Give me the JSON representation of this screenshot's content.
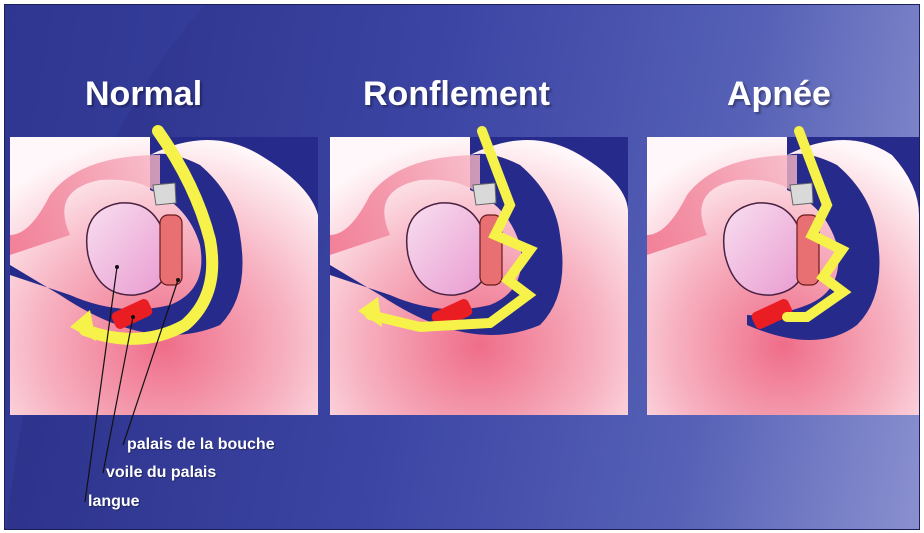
{
  "panels": [
    {
      "title": "Normal"
    },
    {
      "title": "Ronflement"
    },
    {
      "title": "Apnée"
    }
  ],
  "labels": {
    "palate": "palais de la bouche",
    "soft_palate": "voile du palais",
    "tongue": "langue"
  },
  "colors": {
    "background": "#3a43a2",
    "skin": "#f6bcc7",
    "airway": "#262a8a",
    "airflow": "#f6f24a",
    "soft_palate": "#ea1d22"
  }
}
